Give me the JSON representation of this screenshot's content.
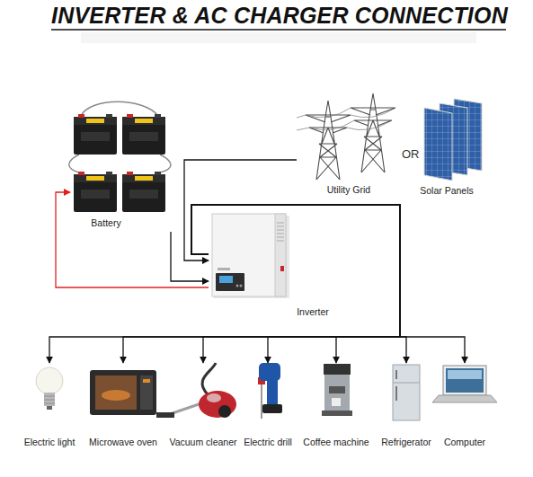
{
  "diagram": {
    "title": "INVERTER & AC CHARGER CONNECTION",
    "nodes": [
      {
        "text": [
          "Battery"
        ]
      },
      {
        "text": [
          "Utility Grid"
        ]
      },
      {
        "text": [
          "Solar Panels"
        ]
      },
      {
        "text": [
          "Inverter"
        ]
      },
      {
        "text": [
          "Electric light"
        ]
      },
      {
        "text": [
          "Microwave oven"
        ]
      },
      {
        "text": [
          "Vacuum cleaner"
        ]
      },
      {
        "text": [
          "Electric drill"
        ]
      },
      {
        "text": [
          "Coffee machine"
        ]
      },
      {
        "text": [
          "Refrigerator"
        ]
      },
      {
        "text": [
          "Computer"
        ]
      }
    ],
    "edges": [
      {
        "from": 0,
        "to": 3,
        "arrow": "to"
      },
      {
        "from": 3,
        "to": 0,
        "arrow": "to"
      },
      {
        "from": 1,
        "to": 3,
        "arrow": "to"
      },
      {
        "from": 3,
        "to": 4,
        "arrow": "to"
      },
      {
        "from": 3,
        "to": 5,
        "arrow": "to"
      },
      {
        "from": 3,
        "to": 6,
        "arrow": "to"
      },
      {
        "from": 3,
        "to": 7,
        "arrow": "to"
      },
      {
        "from": 3,
        "to": 8,
        "arrow": "to"
      },
      {
        "from": 3,
        "to": 9,
        "arrow": "to"
      },
      {
        "from": 3,
        "to": 10,
        "arrow": "to"
      }
    ],
    "labels": [
      "OR"
    ]
  }
}
